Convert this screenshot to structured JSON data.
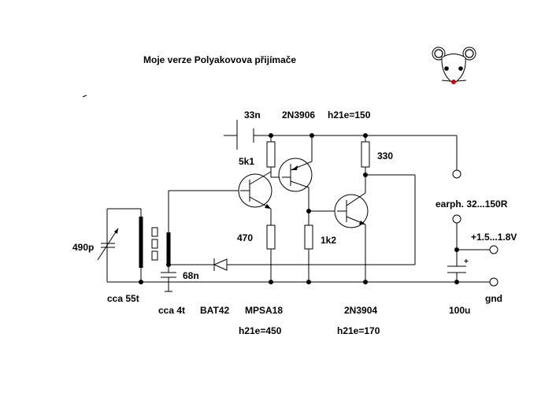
{
  "title": "Moje verze Polyakovova přijímače",
  "labels": {
    "c_33n": "33n",
    "q_2n3906": "2N3906",
    "h21e_150": "h21e=150",
    "r_5k1": "5k1",
    "r_330": "330",
    "earphone": "earph. 32...150R",
    "c_490p": "490p",
    "r_470": "470",
    "r_1k2": "1k2",
    "supply": "+1.5...1.8V",
    "c_68n": "68n",
    "coil_55t": "cca 55t",
    "coil_4t": "cca 4t",
    "d_bat42": "BAT42",
    "q_mpsa18": "MPSA18",
    "q_2n3904": "2N3904",
    "c_100u": "100u",
    "gnd": "gnd",
    "h21e_450": "h21e=450",
    "h21e_170": "h21e=170",
    "plus": "+"
  },
  "colors": {
    "ink": "#000000",
    "mascot_nose": "#cc0000"
  },
  "icons": {
    "mascot": "mouse-face-icon"
  }
}
